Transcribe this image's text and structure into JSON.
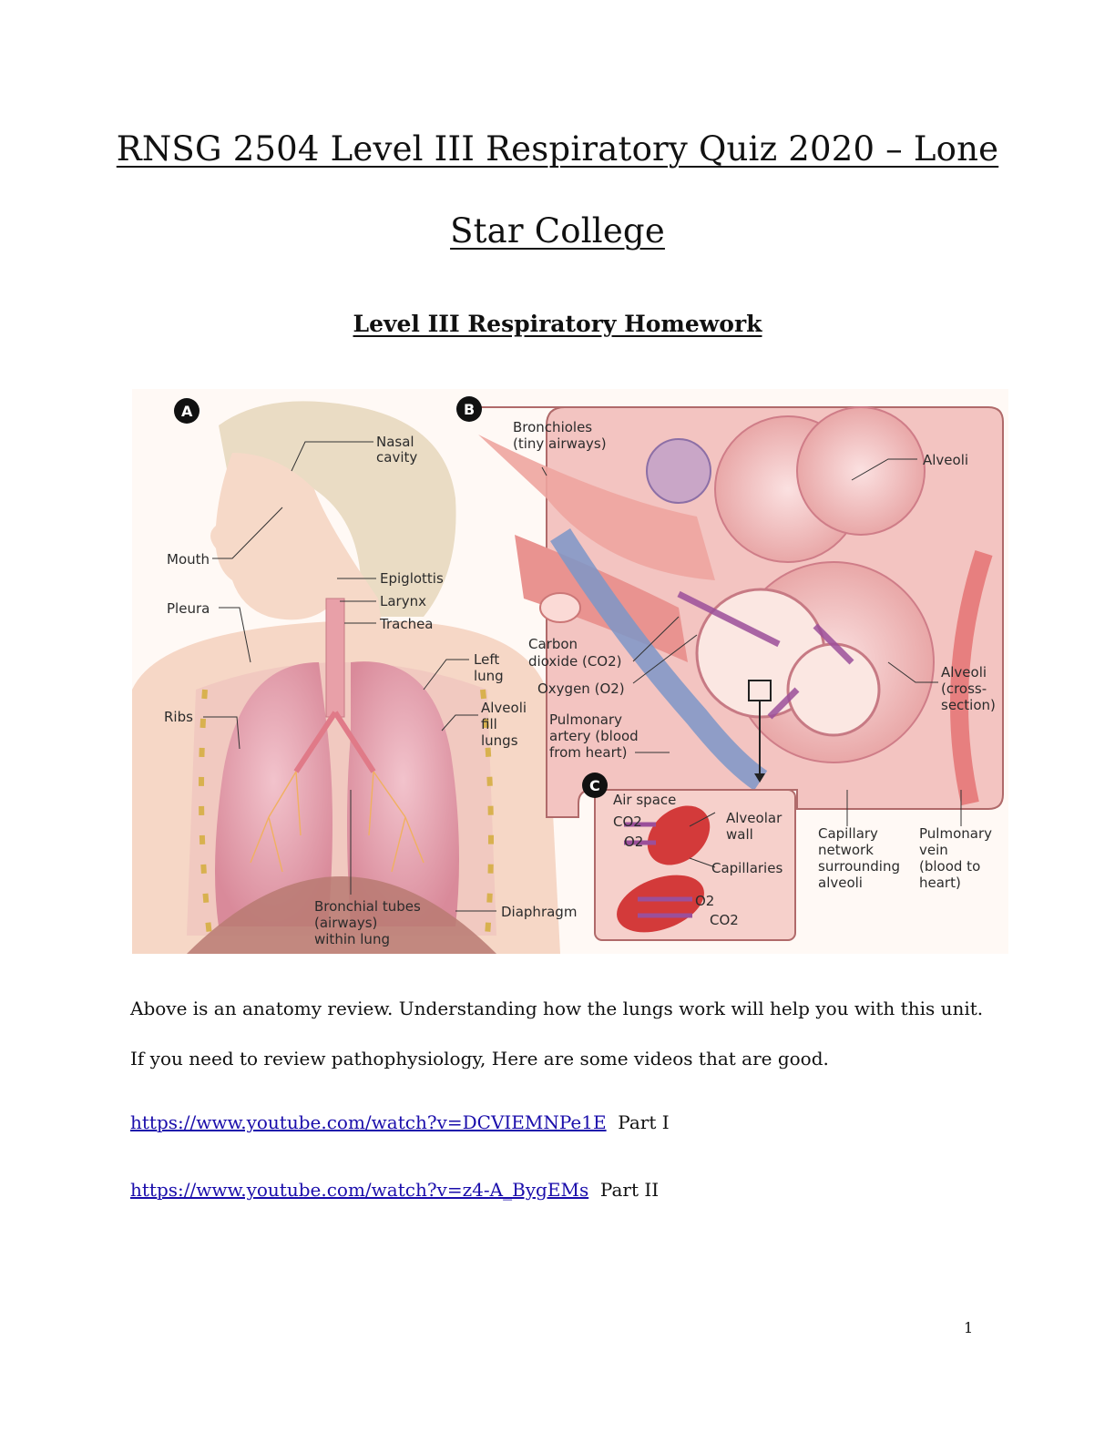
{
  "document": {
    "title_line1": "RNSG 2504 Level III Respiratory Quiz 2020 – Lone",
    "title_line2": "Star College",
    "subtitle": "Level III Respiratory Homework",
    "paragraph": "Above is an anatomy review.  Understanding how the lungs work will help you with this unit.  If you need to review pathophysiology, Here are some videos that are good.",
    "links": [
      {
        "url": "https://www.youtube.com/watch?v=DCVIEMNPe1E",
        "suffix": "Part I"
      },
      {
        "url": "https://www.youtube.com/watch?v=z4-A_BygEMs",
        "suffix": "Part II"
      }
    ],
    "page_number": "1"
  },
  "figure": {
    "panels": {
      "a": "A",
      "b": "B",
      "c": "C"
    },
    "labels": {
      "nasal": "Nasal",
      "cavity": "cavity",
      "mouth": "Mouth",
      "epiglottis": "Epiglottis",
      "larynx": "Larynx",
      "trachea": "Trachea",
      "pleura": "Pleura",
      "left": "Left",
      "lung": "lung",
      "alveoli": "Alveoli",
      "fill": "fill",
      "lungs": "lungs",
      "ribs": "Ribs",
      "bronchial1": "Bronchial tubes",
      "bronchial2": "(airways)",
      "bronchial3": "within lung",
      "diaphragm": "Diaphragm",
      "bronchioles1": "Bronchioles",
      "bronchioles2": "(tiny airways)",
      "alveoli_top": "Alveoli",
      "carbon1": "Carbon",
      "carbon2": "dioxide (CO2)",
      "oxygen": "Oxygen (O2)",
      "pa1": "Pulmonary",
      "pa2": "artery (blood",
      "pa3": "from heart)",
      "alv_cs1": "Alveoli",
      "alv_cs2": "(cross-",
      "alv_cs3": "section)",
      "airspace": "Air space",
      "c_co2": "CO2",
      "c_o2": "O2",
      "alv_wall1": "Alveolar",
      "alv_wall2": "wall",
      "capillaries": "Capillaries",
      "c_o2b": "O2",
      "c_co2b": "CO2",
      "cap1": "Capillary",
      "cap2": "network",
      "cap3": "surrounding",
      "cap4": "alveoli",
      "pv1": "Pulmonary",
      "pv2": "vein",
      "pv3": "(blood to",
      "pv4": "heart)"
    }
  }
}
